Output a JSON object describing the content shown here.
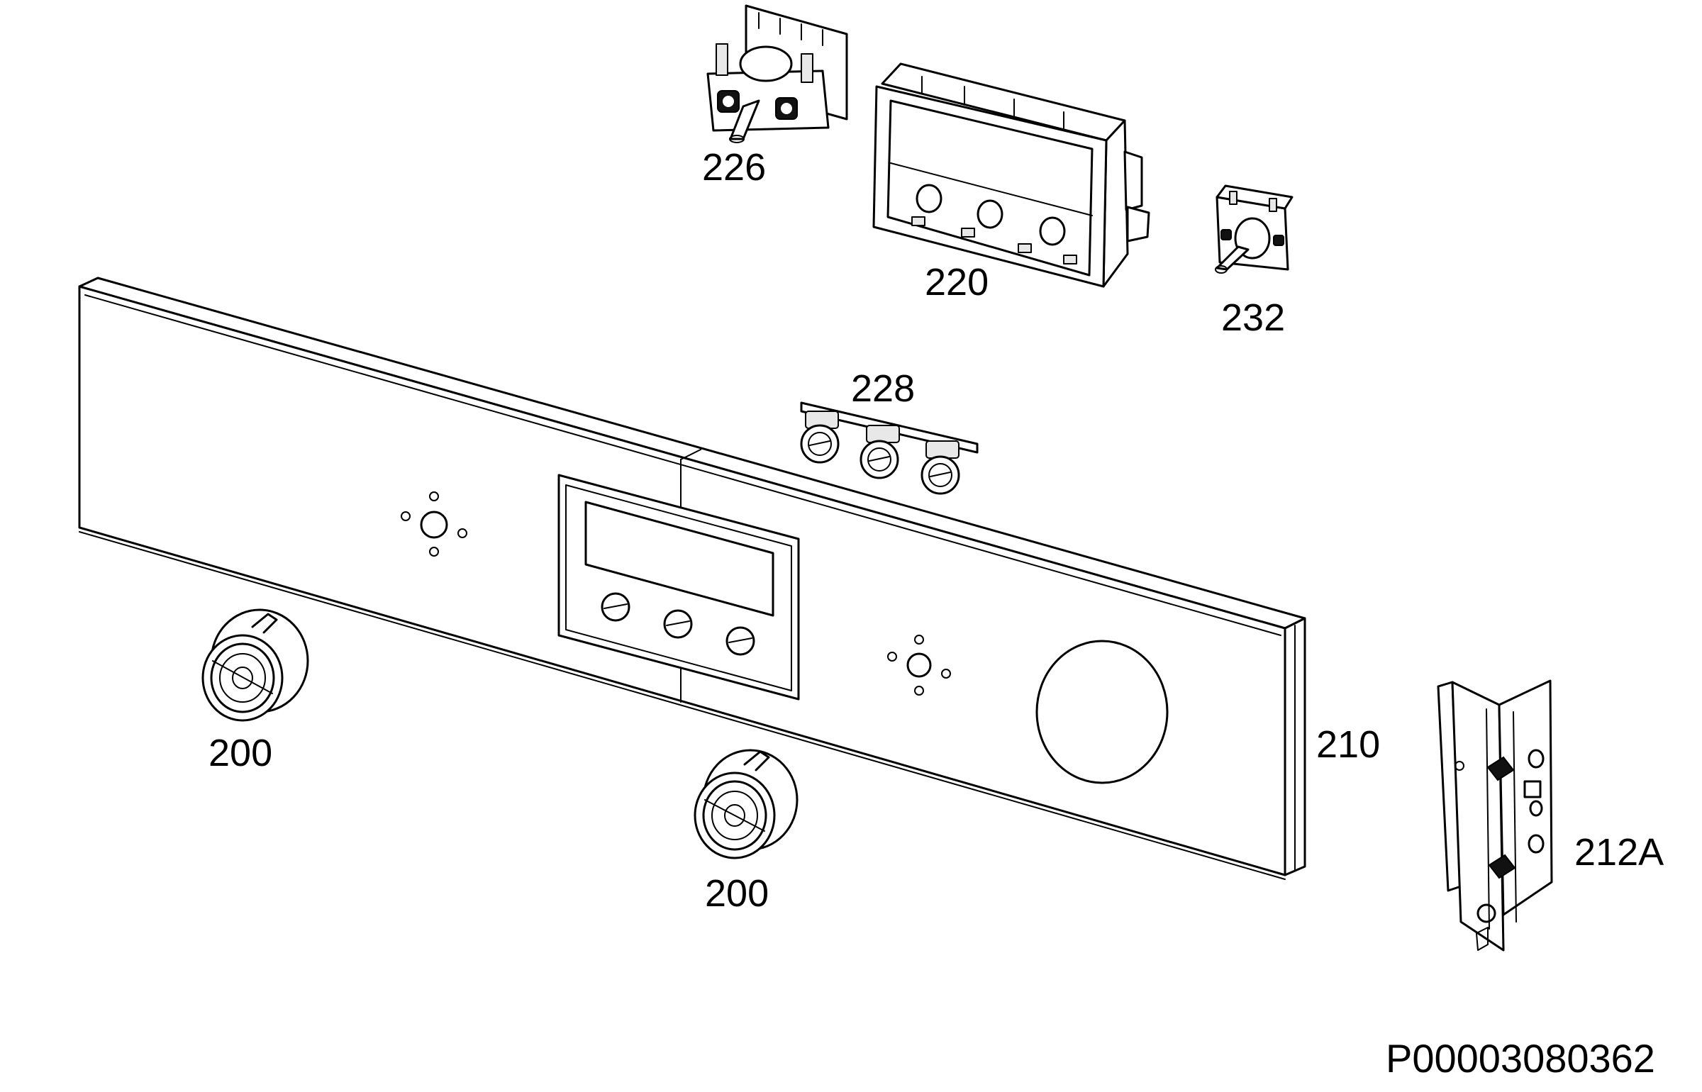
{
  "diagram": {
    "document_code": "P00003080362",
    "colors": {
      "line": "#000000",
      "background": "#ffffff",
      "shade": "#e8e8e8"
    },
    "parts": [
      {
        "id": "knob_left",
        "label": "200"
      },
      {
        "id": "knob_center",
        "label": "200"
      },
      {
        "id": "control_panel",
        "label": "210"
      },
      {
        "id": "bracket",
        "label": "212A"
      },
      {
        "id": "module_box",
        "label": "220"
      },
      {
        "id": "selector_switch",
        "label": "226"
      },
      {
        "id": "push_buttons",
        "label": "228"
      },
      {
        "id": "thermostat_switch",
        "label": "232"
      }
    ]
  }
}
